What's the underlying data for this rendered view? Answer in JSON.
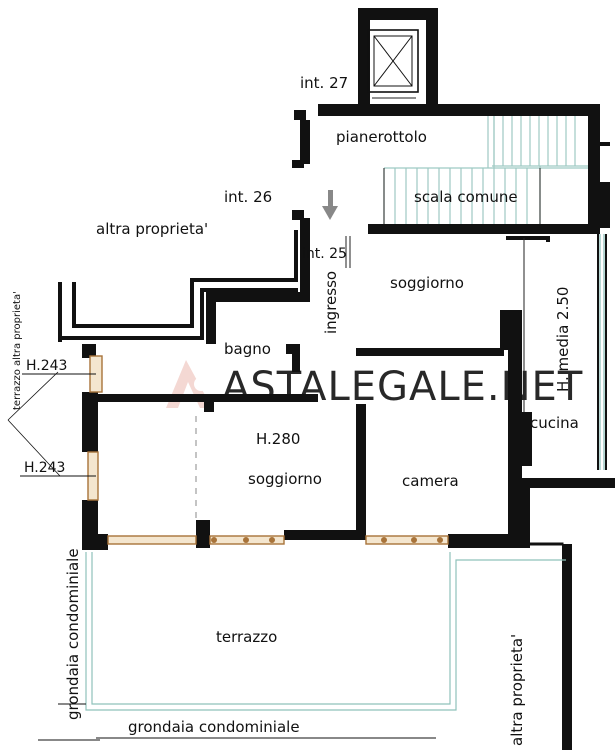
{
  "colors": {
    "wall": "#111111",
    "window_frame": "#a8733a",
    "gutter_line": "#8fc2bb",
    "watermark": "#f3d4cf",
    "arrow": "#888888"
  },
  "labels": {
    "int27": "int. 27",
    "int26": "int. 26",
    "int25": "int. 25",
    "pianerottolo": "pianerottolo",
    "scala_comune": "scala comune",
    "altra_proprieta_top": "altra proprieta'",
    "soggiorno_top": "soggiorno",
    "ingresso": "ingresso",
    "h_media": "H. media 2.50",
    "bagno": "bagno",
    "cucina": "cucina",
    "h280": "H.280",
    "soggiorno_main": "soggiorno",
    "camera": "camera",
    "terrazzo": "terrazzo",
    "terrazzo_altra": "terrazzo altra proprieta'",
    "h243_top": "H.243",
    "h243_bottom": "H.243",
    "grondaia_vertical": "grondaia condominiale",
    "grondaia_horizontal": "grondaia condominiale",
    "altra_proprieta_right": "altra proprieta'"
  },
  "watermark": {
    "text": "ASTALEGALE.NET",
    "icon": "astalegale-logo-icon"
  },
  "icons": {
    "elevator": "elevator-shaft-icon",
    "entry_arrow": "entry-arrow-icon"
  }
}
